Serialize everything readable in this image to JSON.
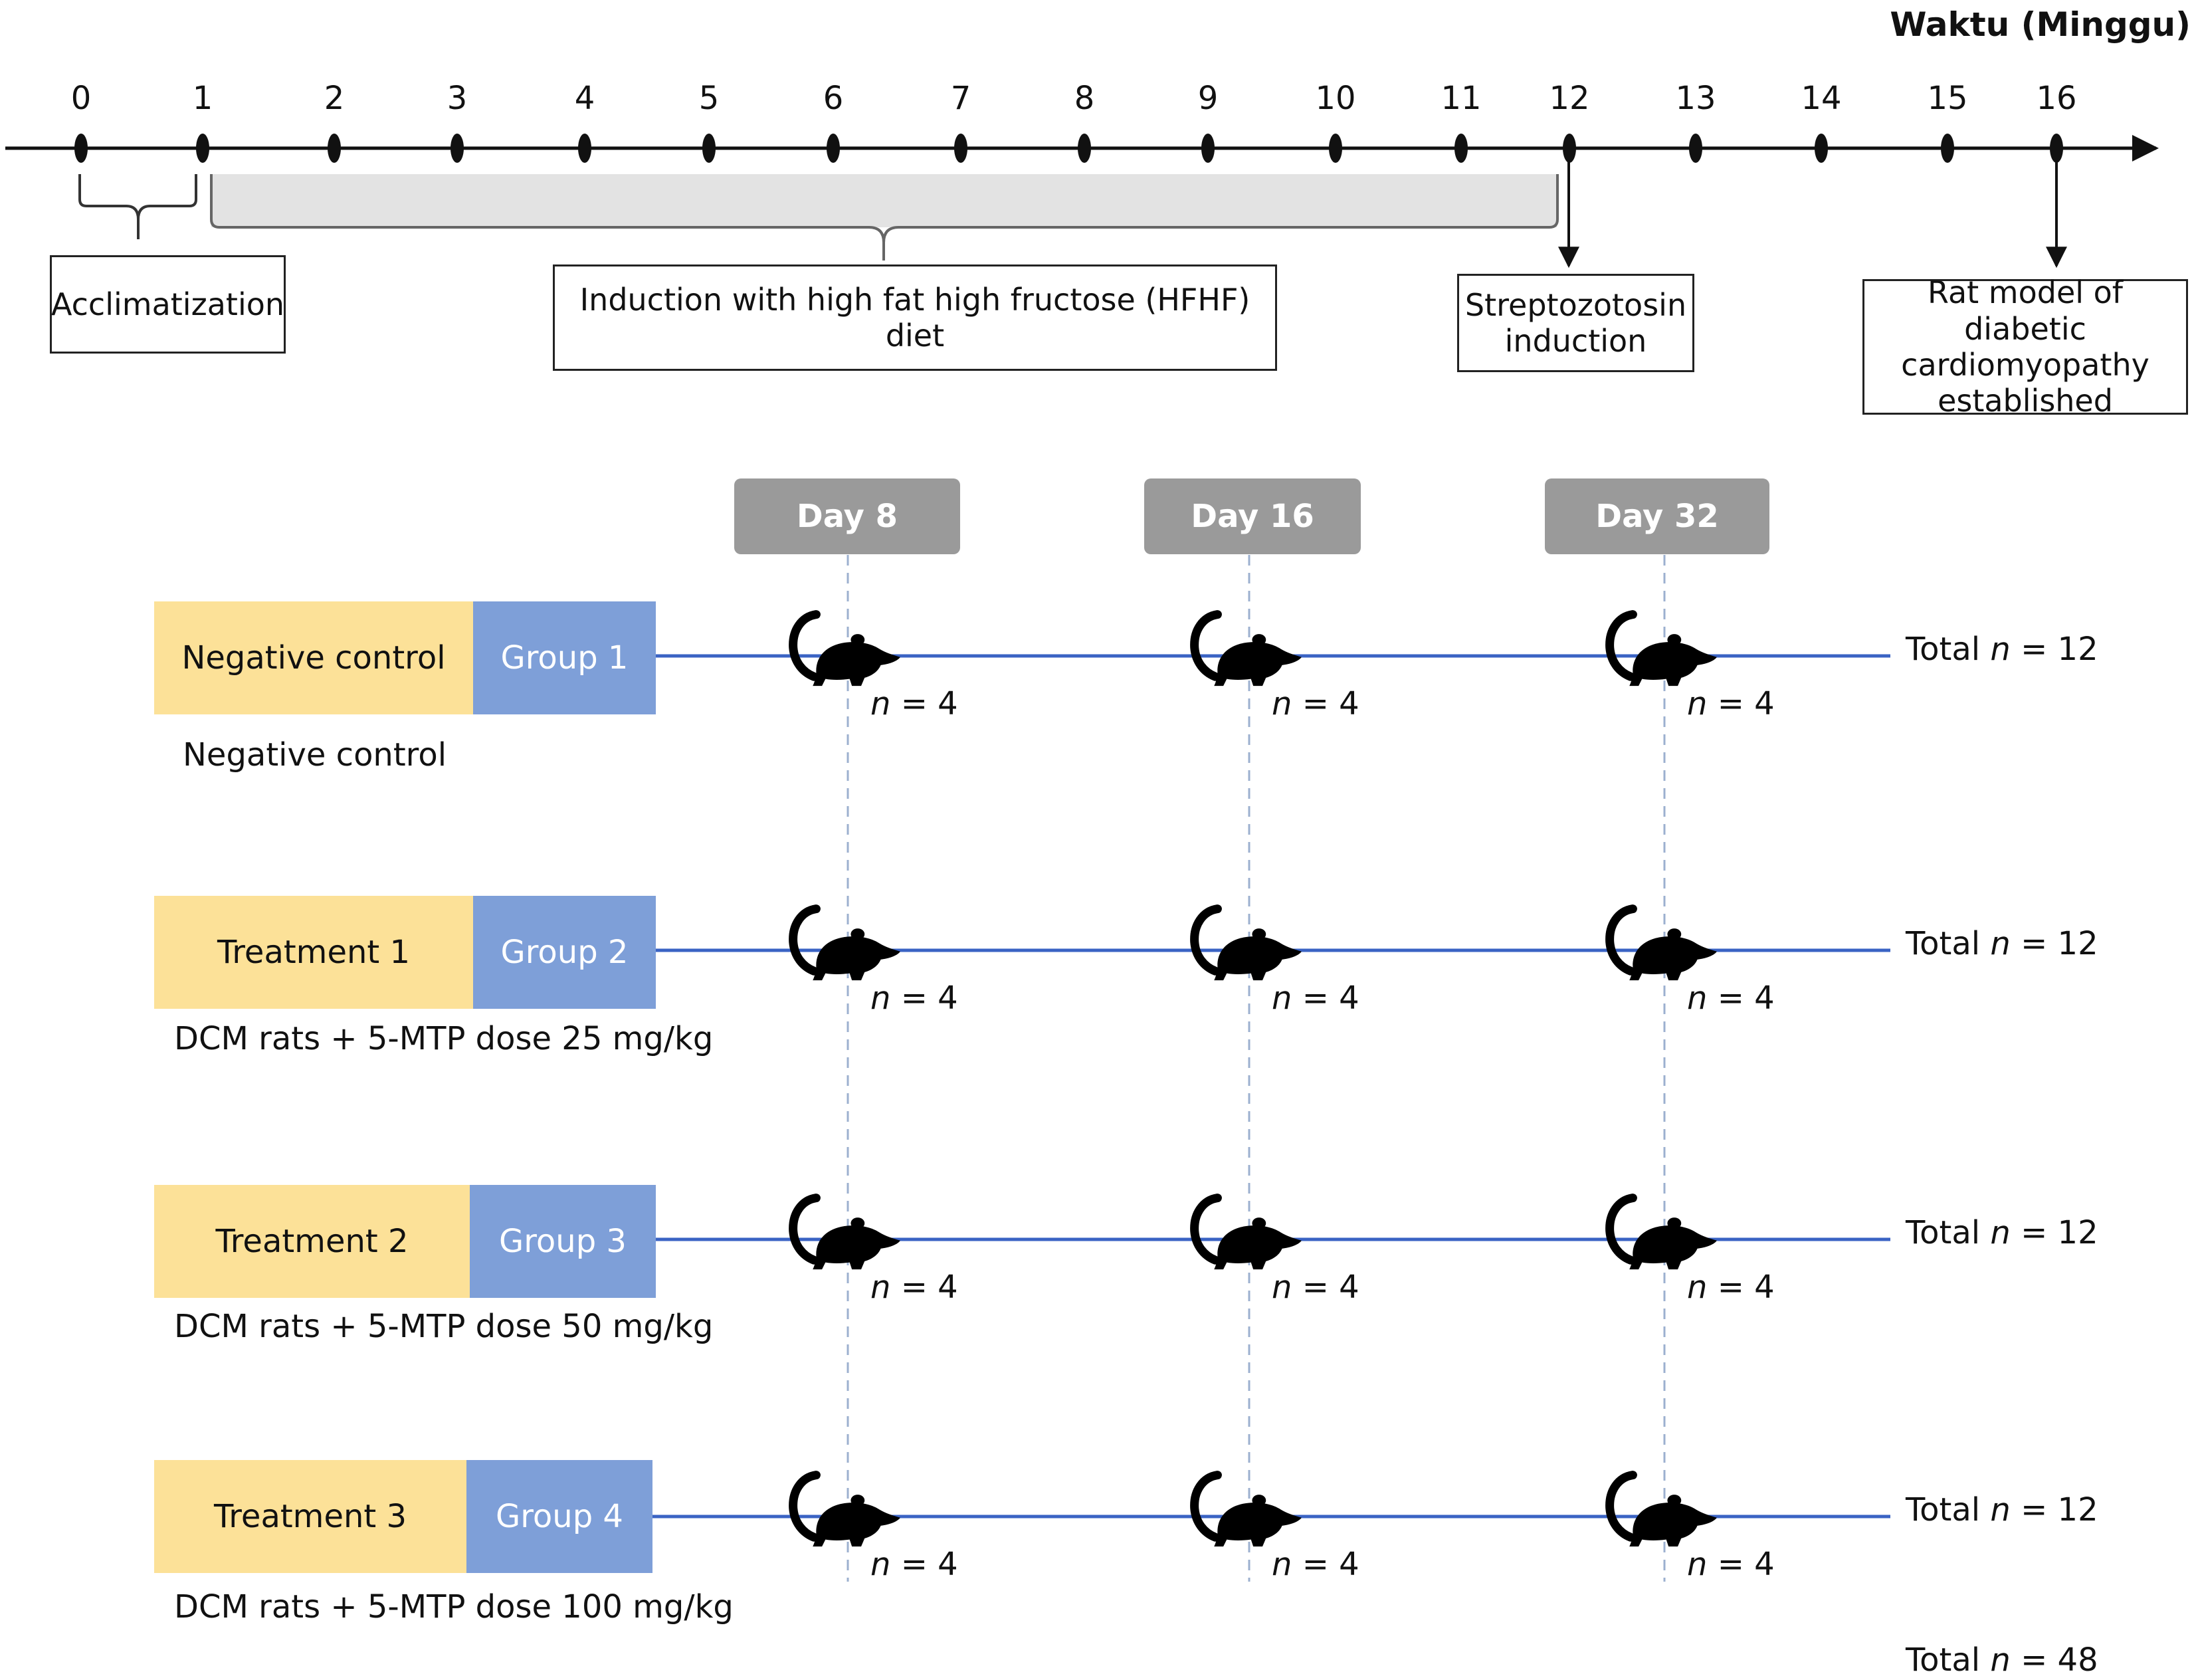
{
  "timeline": {
    "axis_title": "Waktu (Minggu)",
    "weeks": [
      "0",
      "1",
      "2",
      "3",
      "4",
      "5",
      "6",
      "7",
      "8",
      "9",
      "10",
      "11",
      "12",
      "13",
      "14",
      "15",
      "16"
    ]
  },
  "phases": {
    "acclimatization": "Acclimatization",
    "hfhf": "Induction with high fat high fructose (HFHF) diet",
    "stz": [
      "Streptozotosin",
      "induction"
    ],
    "model": [
      "Rat model of diabetic",
      "cardiomyopathy",
      "established"
    ]
  },
  "days": [
    "Day 8",
    "Day 16",
    "Day 32"
  ],
  "groups": [
    {
      "treatment": "Negative control",
      "group": "Group 1",
      "description": "Negative control",
      "sample": "4",
      "total": "12"
    },
    {
      "treatment": "Treatment 1",
      "group": "Group 2",
      "description": "DCM rats + 5-MTP dose 25 mg/kg",
      "sample": "4",
      "total": "12"
    },
    {
      "treatment": "Treatment 2",
      "group": "Group 3",
      "description": "DCM rats + 5-MTP dose 50 mg/kg",
      "sample": "4",
      "total": "12"
    },
    {
      "treatment": "Treatment 3",
      "group": "Group 4",
      "description": "DCM rats + 5-MTP dose 100 mg/kg",
      "sample": "4",
      "total": "12"
    }
  ],
  "labels": {
    "n_symbol": "n",
    "equals": "=",
    "total_prefix": "Total"
  },
  "grand_total": "48",
  "icons": {
    "rat": "rat-icon"
  },
  "colors": {
    "treatment_fill": "#fce198",
    "group_fill": "#7e9fd8",
    "line": "#3a63c4",
    "day_badge": "#9a9a9a",
    "hfhf_band": "#e3e3e3"
  }
}
